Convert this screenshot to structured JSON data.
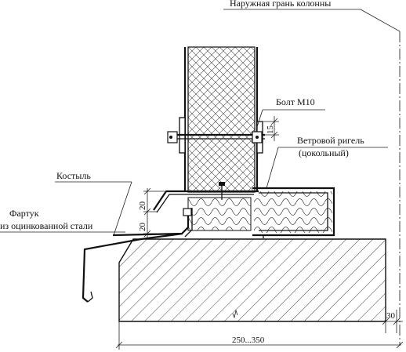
{
  "labels": {
    "column_face": "Наружная грань колонны",
    "bolt": "Болт М10",
    "rail_line1": "Ветровой ригель",
    "rail_line2": "(цокольный)",
    "crutch": "Костыль",
    "apron_line1": "Фартук",
    "apron_line2": "из оцинкованной стали"
  },
  "dimensions": {
    "bolt_offset": "15",
    "flashing_upper": "20",
    "flashing_lower": "20",
    "plinth_offset": "30",
    "overhang": "250...350"
  },
  "colors": {
    "line": "#111111",
    "hatch": "#333333",
    "background": "#ffffff"
  }
}
